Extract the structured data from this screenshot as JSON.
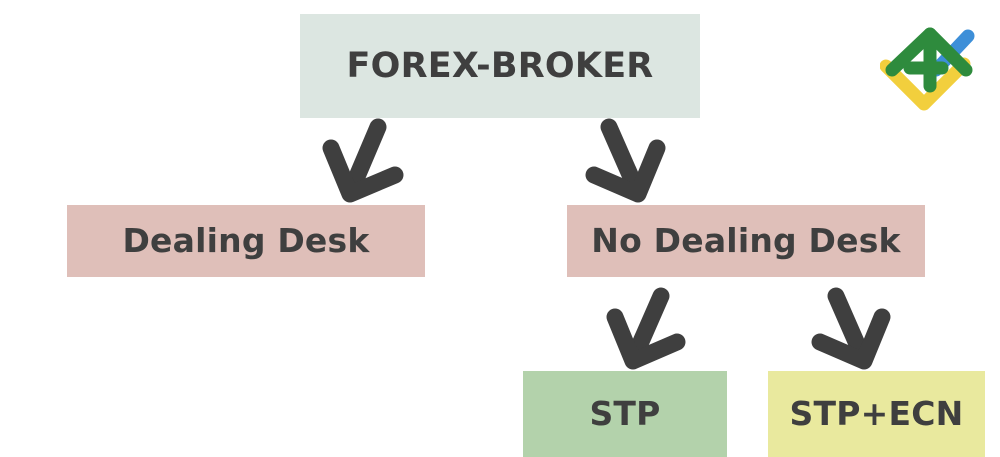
{
  "diagram": {
    "title": "Forex broker types flowchart",
    "nodes": [
      {
        "id": "root",
        "label": "FOREX-BROKER",
        "color": "#dce6e1",
        "level": 0
      },
      {
        "id": "dealing-desk",
        "label": "Dealing Desk",
        "color": "#dfbfb9",
        "level": 1
      },
      {
        "id": "no-dealing-desk",
        "label": "No Dealing Desk",
        "color": "#dfbfb9",
        "level": 1
      },
      {
        "id": "stp",
        "label": "STP",
        "color": "#b3d2ab",
        "level": 2
      },
      {
        "id": "stp-ecn",
        "label": "STP+ECN",
        "color": "#e9e99e",
        "level": 2
      }
    ],
    "edges": [
      {
        "from": "root",
        "to": "dealing-desk",
        "direction": "down-left"
      },
      {
        "from": "root",
        "to": "no-dealing-desk",
        "direction": "down-right"
      },
      {
        "from": "no-dealing-desk",
        "to": "stp",
        "direction": "down-left"
      },
      {
        "from": "no-dealing-desk",
        "to": "stp-ecn",
        "direction": "down-right"
      }
    ],
    "arrow_color": "#3f3f3f",
    "text_color": "#3f3f3f",
    "background": "#ffffff"
  },
  "logo": {
    "name": "fx-logo",
    "green": "#2e8b3d",
    "blue": "#3d8fd8",
    "yellow": "#f2cf3d"
  }
}
